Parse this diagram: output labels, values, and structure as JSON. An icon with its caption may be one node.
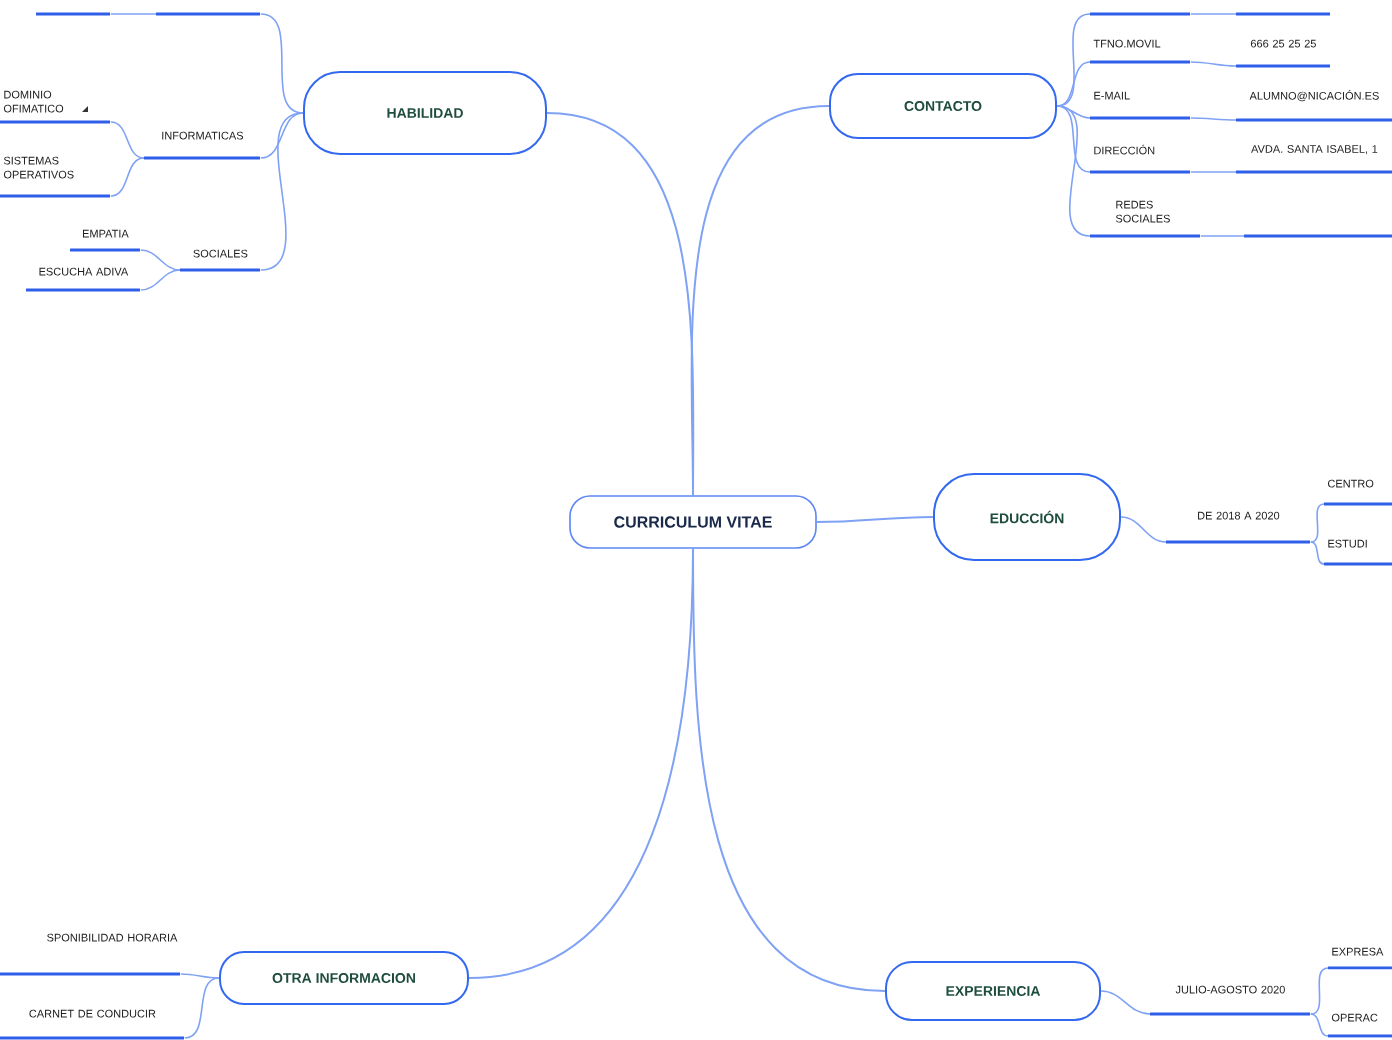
{
  "diagram": {
    "nodes": [
      {
        "text": [
          "CURRICULUM VITAE"
        ]
      },
      {
        "text": [
          "CONTACTO"
        ]
      },
      {
        "text": [
          "EDUCCIÓN"
        ]
      },
      {
        "text": [
          "EXPERIENCIA"
        ]
      },
      {
        "text": [
          "OTRA INFORMACION"
        ]
      },
      {
        "text": [
          "HABILIDAD"
        ]
      },
      {
        "text": [],
        "shape": "bar"
      },
      {
        "text": [],
        "shape": "bar"
      },
      {
        "text": [
          "TFNO.MOVIL"
        ]
      },
      {
        "text": [
          "666 25 25 25"
        ]
      },
      {
        "text": [
          "E-MAIL"
        ]
      },
      {
        "text": [
          "ALUMNO@NICACIÓN.ES"
        ]
      },
      {
        "text": [
          "DIRECCIÓN"
        ]
      },
      {
        "text": [
          "AVDA. SANTA ISABEL, 1"
        ]
      },
      {
        "text": [
          "REDES SOCIALES"
        ]
      },
      {
        "text": [],
        "shape": "bar"
      },
      {
        "text": [
          "DE 2018 A 2020"
        ]
      },
      {
        "text": [
          "CENTRO"
        ]
      },
      {
        "text": [
          "ESTUDI"
        ]
      },
      {
        "text": [
          "JULIO-AGOSTO 2020"
        ]
      },
      {
        "text": [
          "EXPRESA"
        ]
      },
      {
        "text": [
          "OPERAC"
        ]
      },
      {
        "text": [
          "SPONIBILIDAD HORARIA"
        ]
      },
      {
        "text": [
          "CARNET DE CONDUCIR"
        ]
      },
      {
        "text": [],
        "shape": "bar"
      },
      {
        "text": [],
        "shape": "bar"
      },
      {
        "text": [
          "INFORMATICAS"
        ]
      },
      {
        "text": [
          "DOMINIO OFIMATICO"
        ]
      },
      {
        "text": [
          "SISTEMAS OPERATIVOS"
        ]
      },
      {
        "text": [
          "SOCIALES"
        ]
      },
      {
        "text": [
          "EMPATIA"
        ]
      },
      {
        "text": [
          "ESCUCHA ADIVA"
        ]
      }
    ],
    "edges": [
      {
        "from": 0,
        "to": 1,
        "arrow": "none"
      },
      {
        "from": 0,
        "to": 2,
        "arrow": "none"
      },
      {
        "from": 0,
        "to": 3,
        "arrow": "none"
      },
      {
        "from": 0,
        "to": 4,
        "arrow": "none"
      },
      {
        "from": 0,
        "to": 5,
        "arrow": "none"
      },
      {
        "from": 1,
        "to": 6,
        "arrow": "none"
      },
      {
        "from": 6,
        "to": 7,
        "arrow": "none"
      },
      {
        "from": 1,
        "to": 8,
        "arrow": "none"
      },
      {
        "from": 8,
        "to": 9,
        "arrow": "none"
      },
      {
        "from": 1,
        "to": 10,
        "arrow": "none"
      },
      {
        "from": 10,
        "to": 11,
        "arrow": "none"
      },
      {
        "from": 1,
        "to": 12,
        "arrow": "none"
      },
      {
        "from": 12,
        "to": 13,
        "arrow": "none"
      },
      {
        "from": 1,
        "to": 14,
        "arrow": "none"
      },
      {
        "from": 14,
        "to": 15,
        "arrow": "none"
      },
      {
        "from": 2,
        "to": 16,
        "arrow": "none"
      },
      {
        "from": 16,
        "to": 17,
        "arrow": "none"
      },
      {
        "from": 16,
        "to": 18,
        "arrow": "none"
      },
      {
        "from": 3,
        "to": 19,
        "arrow": "none"
      },
      {
        "from": 19,
        "to": 20,
        "arrow": "none"
      },
      {
        "from": 19,
        "to": 21,
        "arrow": "none"
      },
      {
        "from": 4,
        "to": 22,
        "arrow": "none"
      },
      {
        "from": 4,
        "to": 23,
        "arrow": "none"
      },
      {
        "from": 5,
        "to": 24,
        "arrow": "none"
      },
      {
        "from": 24,
        "to": 25,
        "arrow": "none"
      },
      {
        "from": 5,
        "to": 26,
        "arrow": "none"
      },
      {
        "from": 26,
        "to": 27,
        "arrow": "none"
      },
      {
        "from": 26,
        "to": 28,
        "arrow": "none"
      },
      {
        "from": 5,
        "to": 29,
        "arrow": "none"
      },
      {
        "from": 29,
        "to": 30,
        "arrow": "none"
      },
      {
        "from": 29,
        "to": 31,
        "arrow": "none"
      }
    ]
  }
}
